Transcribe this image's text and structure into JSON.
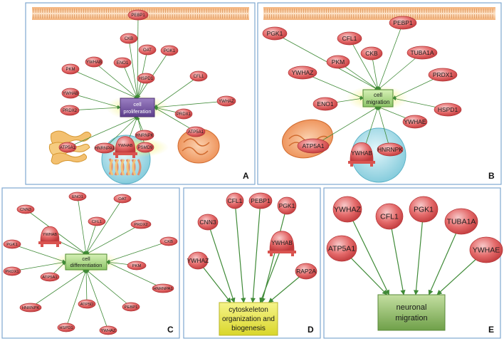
{
  "panels": [
    {
      "letter": "A",
      "hub": "cell proliferation",
      "nodes": [
        "PEBP1",
        "CKB",
        "OAT",
        "PGK1",
        "YWHAB",
        "ENO1",
        "HSPD1",
        "CFL1",
        "PKM",
        "YWHAB",
        "YWHAZ",
        "PRDX2",
        "PRDX1",
        "ATP5A1",
        "HNRNPA1",
        "YWHAB",
        "HNRNPK",
        "PSMD9",
        "ATP5A1"
      ]
    },
    {
      "letter": "B",
      "hub": "cell migration",
      "nodes": [
        "PGK1",
        "CFL1",
        "PEBP1",
        "CKB",
        "TUBA1A",
        "PKM",
        "YWHAZ",
        "PRDX1",
        "ENO1",
        "HSPD1",
        "YWHAE",
        "ATP5A1",
        "YWHAB",
        "HNRNPK"
      ]
    },
    {
      "letter": "C",
      "hub": "cell differentiation",
      "nodes": [
        "ENO1",
        "OAT",
        "CNN3",
        "YWHAB",
        "CFL1",
        "PRDX2",
        "PGK1",
        "CKB",
        "PRDX1",
        "ATP5A1",
        "PKM",
        "HNRNPA1",
        "HNRNPK",
        "ATP5D",
        "PEBP1",
        "HSPD1",
        "YWHAZ"
      ]
    },
    {
      "letter": "D",
      "hub": "cytoskeleton organization and biogenesis",
      "nodes": [
        "CNN3",
        "CFL1",
        "PEBP1",
        "PGK1",
        "YWHAB",
        "YWHAZ",
        "RAP2A"
      ]
    },
    {
      "letter": "E",
      "hub": "neuronal migration",
      "nodes": [
        "YWHAZ",
        "CFL1",
        "PGK1",
        "TUBA1A",
        "ATP5A1",
        "YWHAE"
      ]
    }
  ]
}
